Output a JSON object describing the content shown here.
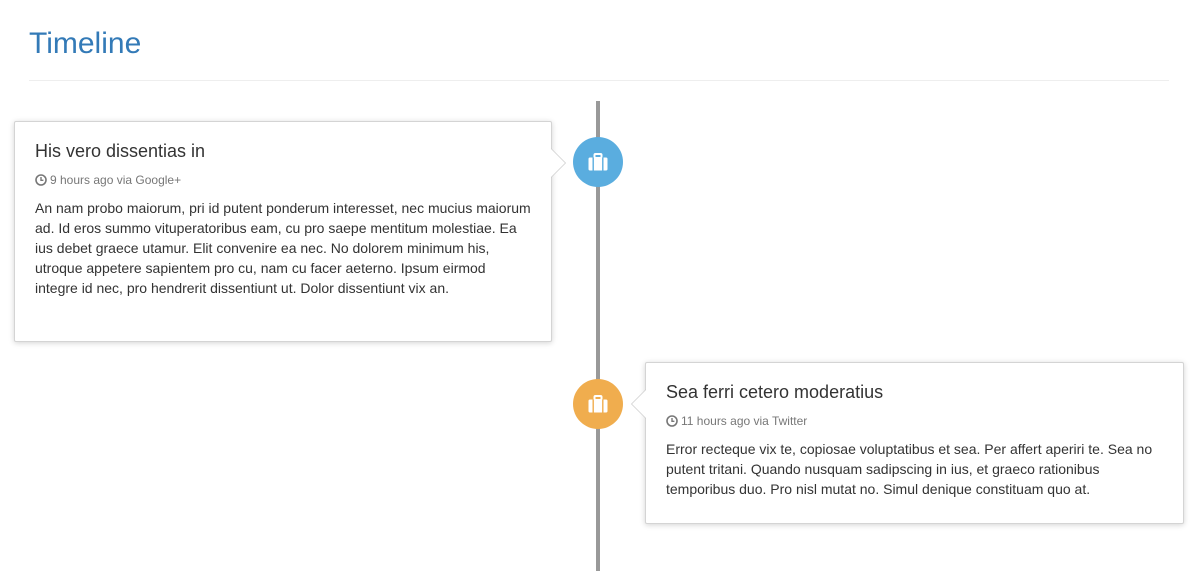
{
  "header": {
    "title": "Timeline"
  },
  "timeline": {
    "items": [
      {
        "title": "His vero dissentias in",
        "meta": "9 hours ago via Google+",
        "body": "An nam probo maiorum, pri id putent ponderum interesset, nec mucius maiorum ad. Id eros summo vituperatoribus eam, cu pro saepe mentitum molestiae. Ea ius debet graece utamur. Elit convenire ea nec. No dolorem minimum his, utroque appetere sapientem pro cu, nam cu facer aeterno. Ipsum eirmod integre id nec, pro hendrerit dissentiunt ut. Dolor dissentiunt vix an.",
        "badge_icon": "briefcase-icon",
        "badge_color": "#5bc0de"
      },
      {
        "title": "Sea ferri cetero moderatius",
        "meta": "11 hours ago via Twitter",
        "body": "Error recteque vix te, copiosae voluptatibus et sea. Per affert aperiri te. Sea no putent tritani. Quando nusquam sadipscing in ius, et graeco rationibus temporibus duo. Pro nisl mutat no. Simul denique constituam quo at.",
        "badge_icon": "briefcase-icon",
        "badge_color": "#f0ad4e"
      }
    ]
  }
}
